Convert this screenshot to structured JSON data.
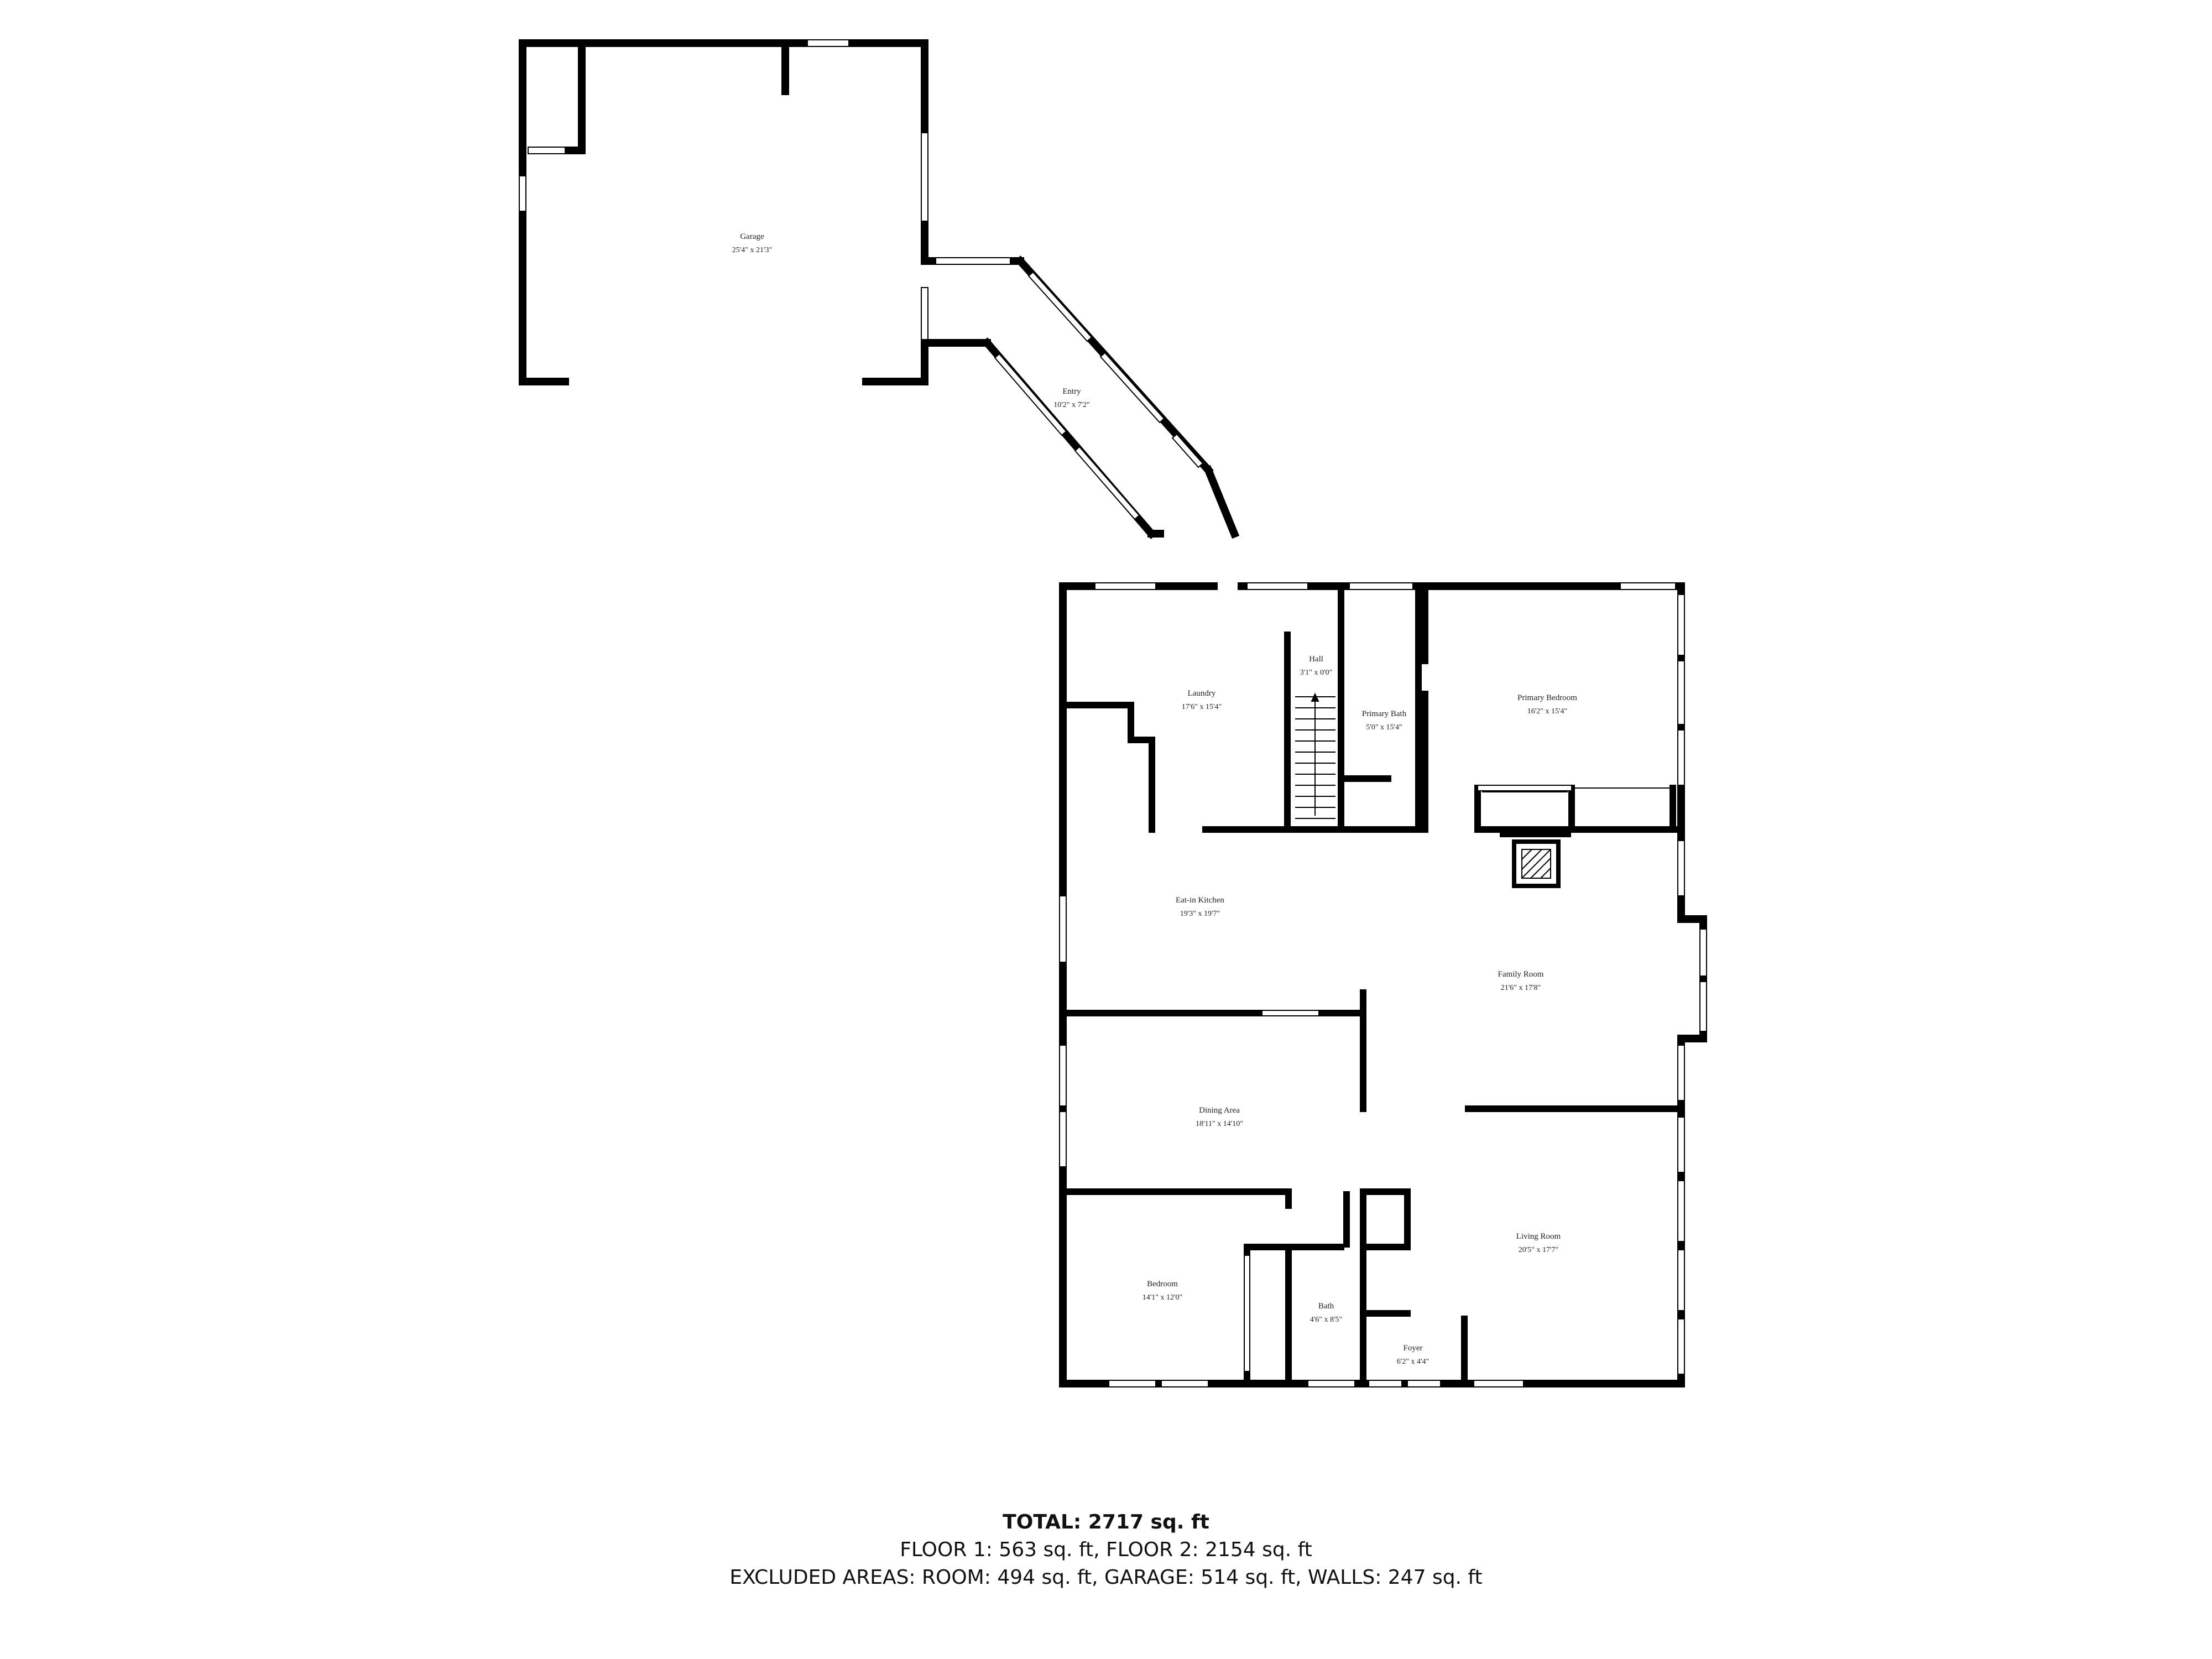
{
  "colors": {
    "wall": "#000000",
    "window": "#ffffff",
    "text": "#222222",
    "background": "#ffffff"
  },
  "rooms": {
    "garage": {
      "name": "Garage",
      "dims": "25'4\" x 21'3\""
    },
    "entry": {
      "name": "Entry",
      "dims": "10'2\" x 7'2\""
    },
    "laundry": {
      "name": "Laundry",
      "dims": "17'6\" x 15'4\""
    },
    "hall": {
      "name": "Hall",
      "dims": "3'1\" x 0'0\""
    },
    "primary_bath": {
      "name": "Primary Bath",
      "dims": "5'0\" x 15'4\""
    },
    "primary_bedroom": {
      "name": "Primary Bedroom",
      "dims": "16'2\" x 15'4\""
    },
    "eat_in_kitchen": {
      "name": "Eat-in Kitchen",
      "dims": "19'3\" x 19'7\""
    },
    "family_room": {
      "name": "Family Room",
      "dims": "21'6\" x 17'8\""
    },
    "dining_area": {
      "name": "Dining Area",
      "dims": "18'11\" x 14'10\""
    },
    "living_room": {
      "name": "Living Room",
      "dims": "20'5\" x 17'7\""
    },
    "bedroom": {
      "name": "Bedroom",
      "dims": "14'1\" x 12'0\""
    },
    "bath": {
      "name": "Bath",
      "dims": "4'6\" x 8'5\""
    },
    "foyer": {
      "name": "Foyer",
      "dims": "6'2\" x 4'4\""
    }
  },
  "summary": {
    "total": "TOTAL: 2717 sq. ft",
    "floors": "FLOOR 1: 563 sq. ft, FLOOR 2: 2154 sq. ft",
    "excluded": "EXCLUDED AREAS: ROOM: 494 sq. ft, GARAGE: 514 sq. ft, WALLS: 247 sq. ft"
  }
}
